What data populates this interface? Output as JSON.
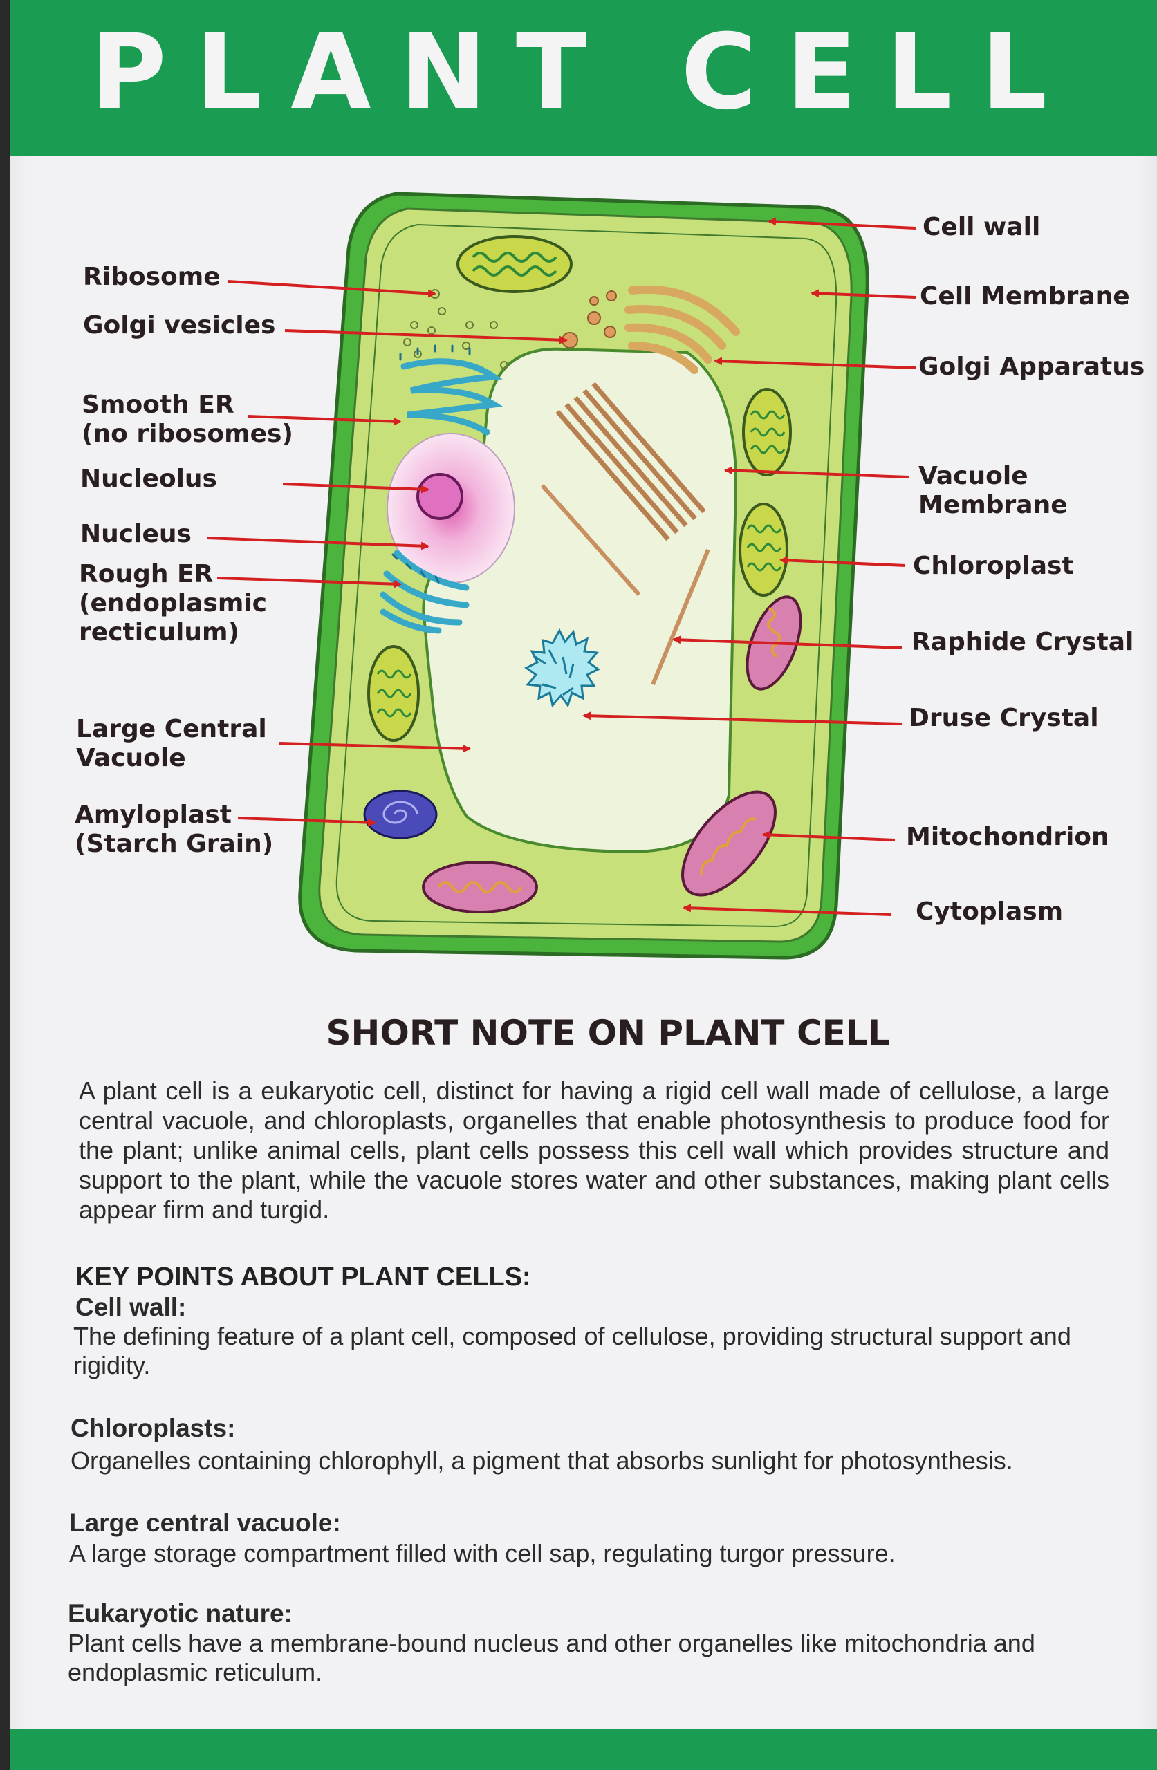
{
  "title": "PLANT CELL",
  "labels_left": {
    "ribosome": "Ribosome",
    "golgi_vesicles": "Golgi vesicles",
    "smooth_er": "Smooth ER\n(no ribosomes)",
    "nucleolus": "Nucleolus",
    "nucleus": "Nucleus",
    "rough_er": "Rough ER\n(endoplasmic\nrecticulum)",
    "large_central_vacuole": "Large Central\nVacuole",
    "amyloplast": "Amyloplast\n(Starch Grain)"
  },
  "labels_right": {
    "cell_wall": "Cell wall",
    "cell_membrane": "Cell Membrane",
    "golgi_apparatus": "Golgi Apparatus",
    "vacuole_membrane": "Vacuole\nMembrane",
    "chloroplast": "Chloroplast",
    "raphide_crystal": "Raphide Crystal",
    "druse_crystal": "Druse Crystal",
    "mitochondrion": "Mitochondrion",
    "cytoplasm": "Cytoplasm"
  },
  "note": {
    "title": "SHORT NOTE ON PLANT CELL",
    "intro": "A plant cell is a eukaryotic cell, distinct for having a rigid cell wall made of cellulose, a large central vacuole, and chloroplasts, organelles that enable photosynthesis to produce food for the plant; unlike animal cells, plant cells possess this cell wall which provides structure and support to the plant, while the vacuole stores water and other substances, making plant cells appear firm and turgid.",
    "key_points_heading": "KEY POINTS ABOUT PLANT CELLS:",
    "points": [
      {
        "title": "Cell wall:",
        "body": "The defining feature of a plant cell, composed of cellulose, providing structural support and rigidity."
      },
      {
        "title": "Chloroplasts:",
        "body": "Organelles containing chlorophyll, a pigment that absorbs sunlight for photosynthesis."
      },
      {
        "title": "Large central vacuole:",
        "body": "A large storage compartment filled with cell sap, regulating turgor pressure."
      },
      {
        "title": "Eukaryotic nature:",
        "body": "Plant cells have a membrane-bound nucleus and other organelles like mitochondria and endoplasmic reticulum."
      }
    ]
  },
  "colors": {
    "band_green": "#1a9c52",
    "cell_wall": "#4bb43c",
    "cytoplasm": "#c8e07a",
    "vacuole": "#eef4dc",
    "arrow_red": "#d42020"
  }
}
